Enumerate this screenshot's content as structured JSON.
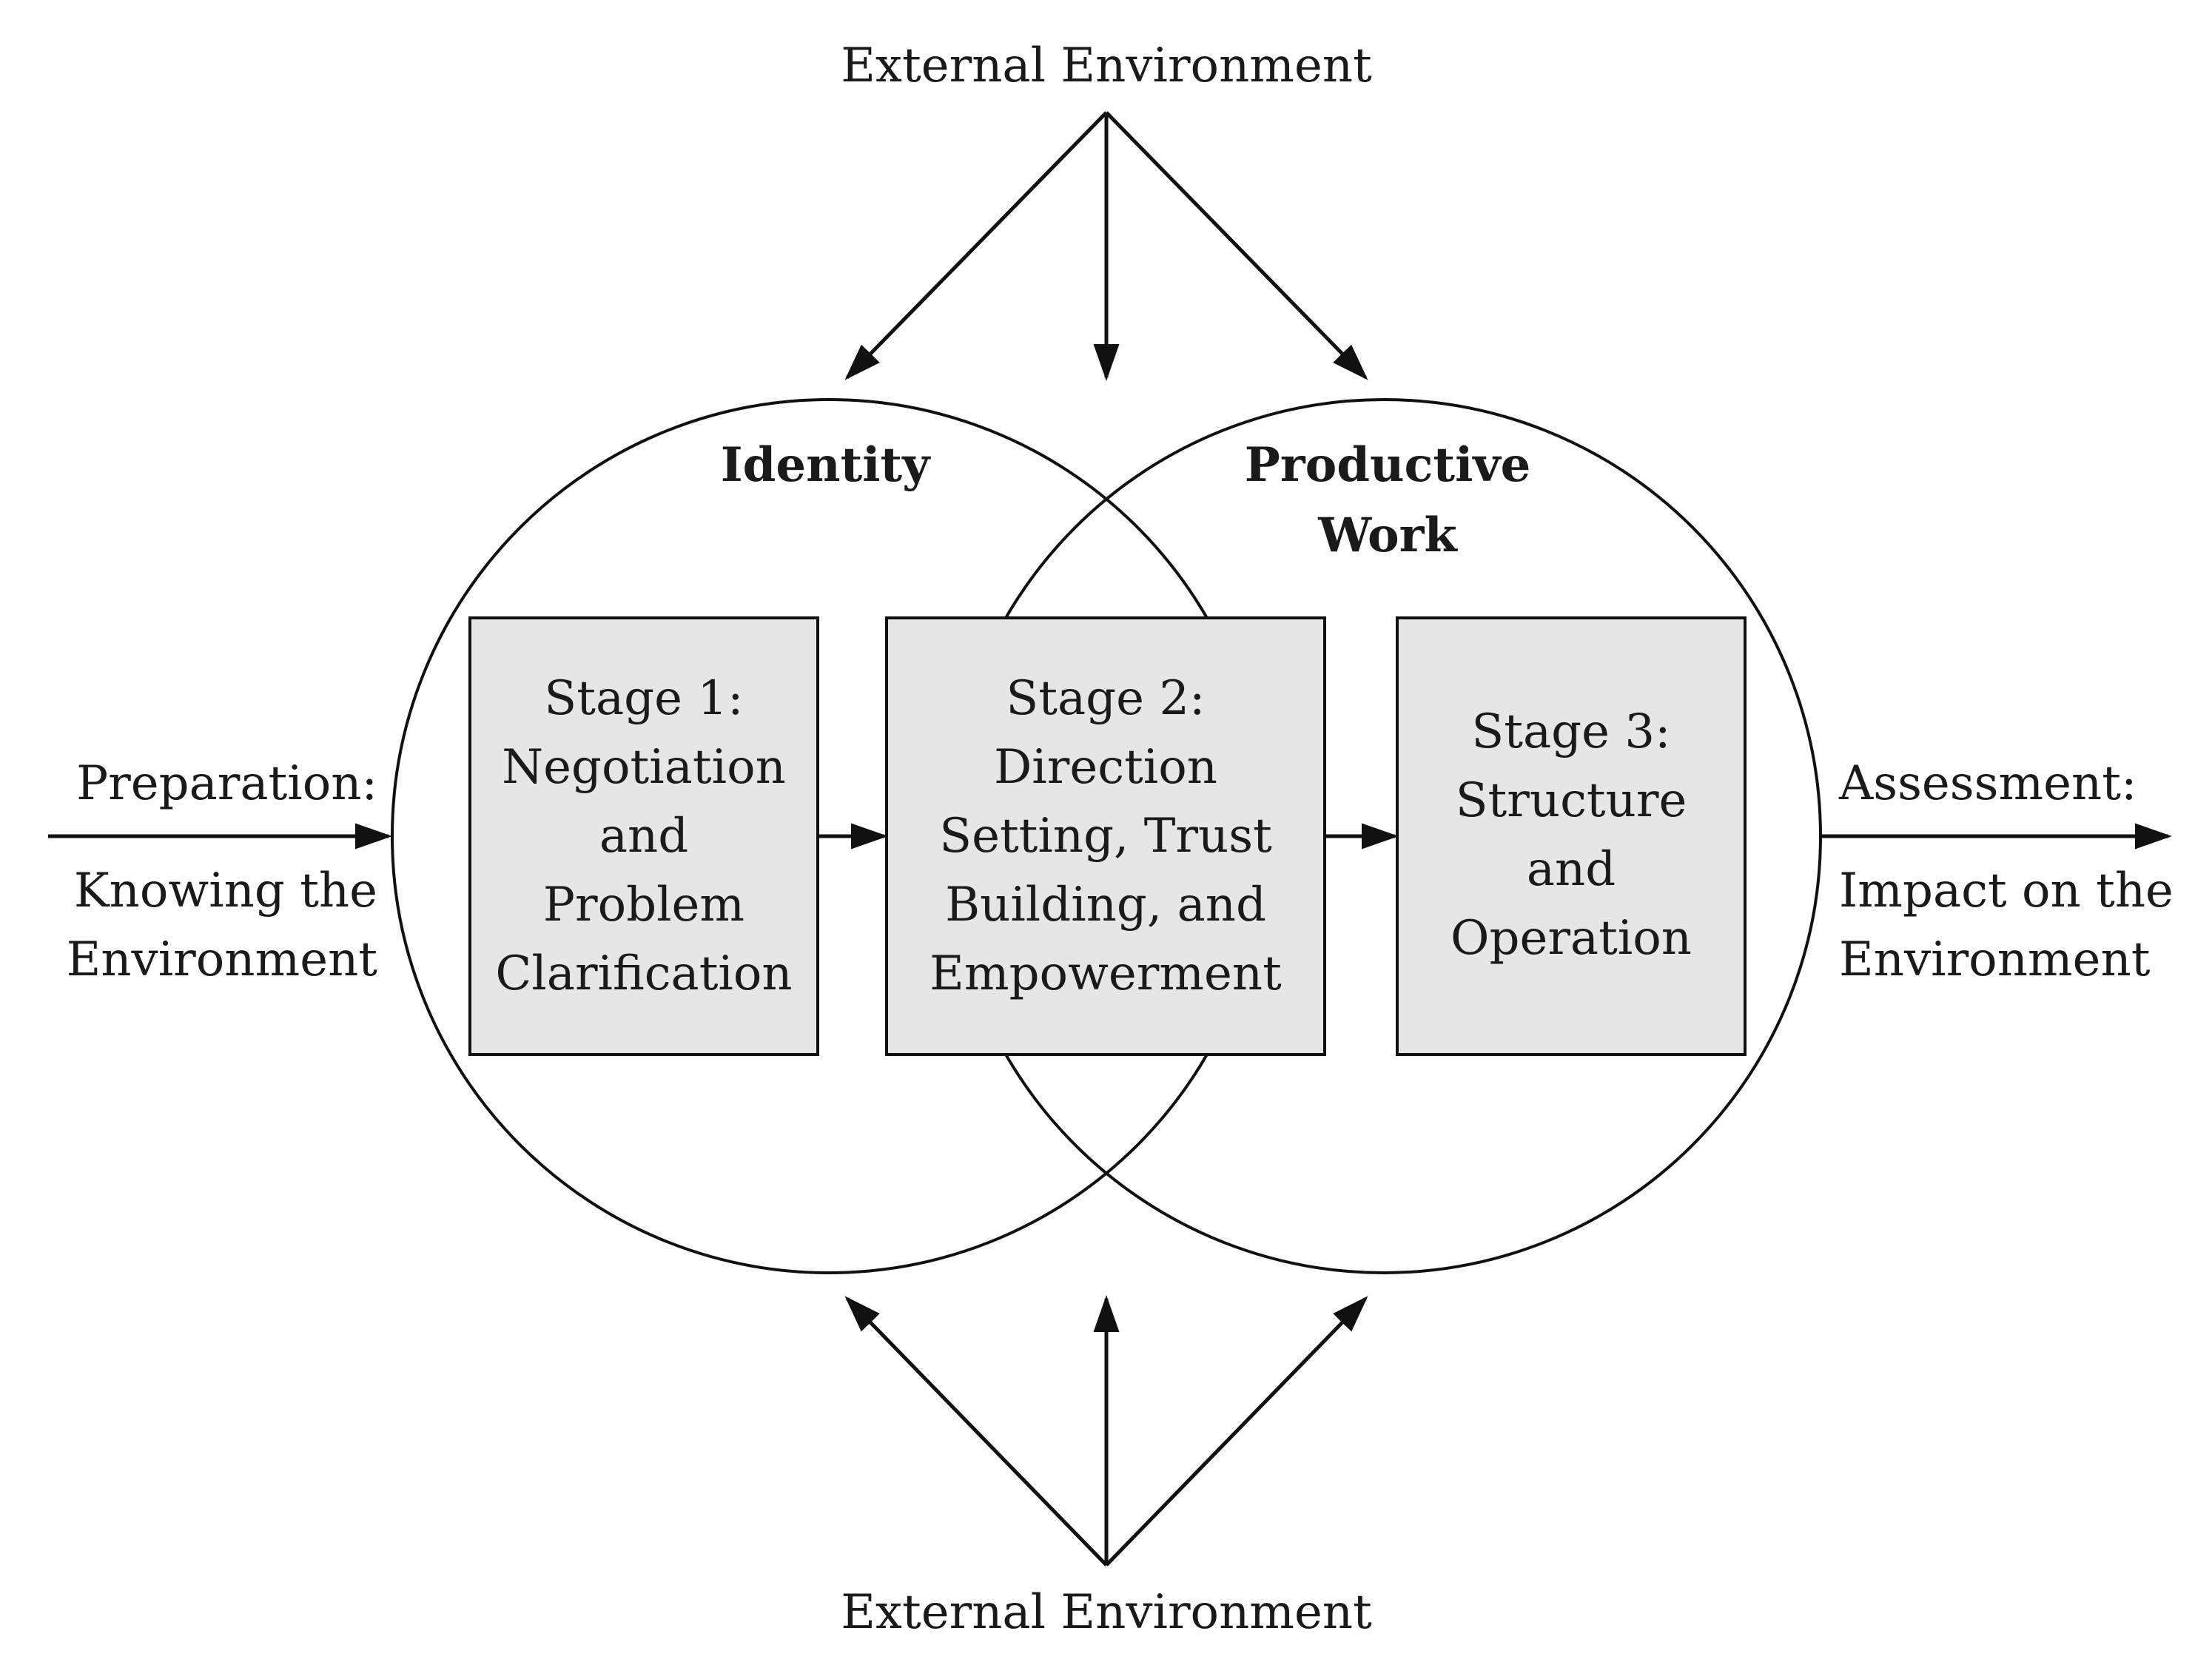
{
  "top_label": "External Environment",
  "bottom_label": "External Environment",
  "left_label": {
    "line1": "Preparation:",
    "line2": "Knowing the",
    "line3": "Environment"
  },
  "right_label": {
    "line1": "Assessment:",
    "line2": "Impact on the",
    "line3": "Environment"
  },
  "circles": {
    "left_title": "Identity",
    "right_title_line1": "Productive",
    "right_title_line2": "Work"
  },
  "stages": [
    {
      "lines": [
        "Stage 1:",
        "Negotiation",
        "and",
        "Problem",
        "Clarification"
      ]
    },
    {
      "lines": [
        "Stage 2:",
        "Direction",
        "Setting, Trust",
        "Building, and",
        "Empowerment"
      ]
    },
    {
      "lines": [
        "Stage 3:",
        "Structure",
        "and",
        "Operation"
      ]
    }
  ],
  "colors": {
    "box_fill": "#e6e6e6",
    "line": "#111111",
    "text": "#1a1a1a"
  }
}
